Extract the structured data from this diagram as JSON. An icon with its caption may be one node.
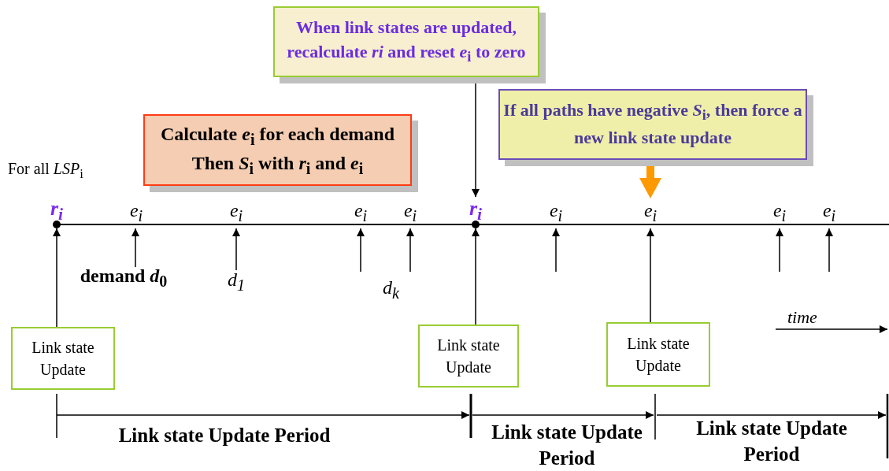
{
  "diagram": {
    "nodes": [
      {
        "text": [
          "When link states are updated, recalculate *ri* and reset *e*$_{i}$ to zero"
        ]
      },
      {
        "text": [
          "Calculate *e*$_{i}$ for each demand Then *S*$_{i}$ with *r*$_{i}$ and *e*$_{i}$"
        ]
      },
      {
        "text": [
          "If all paths have negative *S*$_{i}$, then force a new link state update"
        ]
      },
      {
        "text": [
          "Link state Update"
        ]
      },
      {
        "text": [
          "Link state Update"
        ]
      },
      {
        "text": [
          "Link state Update"
        ]
      },
      {
        "text": [
          "*r*$_{i}$"
        ]
      },
      {
        "text": [
          "*e*$_{i}$"
        ]
      },
      {
        "text": [
          "*e*$_{i}$"
        ]
      },
      {
        "text": [
          "*e*$_{i}$"
        ]
      },
      {
        "text": [
          "*e*$_{i}$"
        ]
      },
      {
        "text": [
          "*r*$_{i}$"
        ]
      },
      {
        "text": [
          "*e*$_{i}$"
        ]
      },
      {
        "text": [
          "*e*$_{i}$"
        ]
      },
      {
        "text": [
          "*e*$_{i}$"
        ]
      },
      {
        "text": [
          "*e*$_{i}$"
        ]
      },
      {
        "text": [
          "demand *d*$_{0}$"
        ]
      },
      {
        "text": [
          "*d*$_{1}$"
        ]
      }
    ],
    "edges": [
      {
        "from": 3,
        "to": 6,
        "arrow": "to"
      },
      {
        "from": 16,
        "to": 7,
        "arrow": "to"
      },
      {
        "from": 17,
        "to": 8,
        "arrow": "to"
      },
      {
        "from": null,
        "to": 9,
        "arrow": "to"
      },
      {
        "from": null,
        "to": 10,
        "arrow": "to"
      },
      {
        "from": 0,
        "to": 11,
        "arrow": "to"
      },
      {
        "from": 4,
        "to": 11,
        "arrow": "to"
      },
      {
        "from": null,
        "to": 12,
        "arrow": "to"
      },
      {
        "from": 2,
        "to": 13,
        "arrow": "to",
        "style": "thick",
        "color": "#ff9900"
      },
      {
        "from": 5,
        "to": 13,
        "arrow": "to"
      },
      {
        "from": null,
        "to": 14,
        "arrow": "to"
      },
      {
        "from": null,
        "to": 15,
        "arrow": "to"
      }
    ],
    "labels": [
      "For all *LSP*$_{i}$",
      "*d*$_{k}$",
      "*time*",
      "Link state Update Period",
      "Link state Update Period",
      "Link state Update Period"
    ]
  }
}
